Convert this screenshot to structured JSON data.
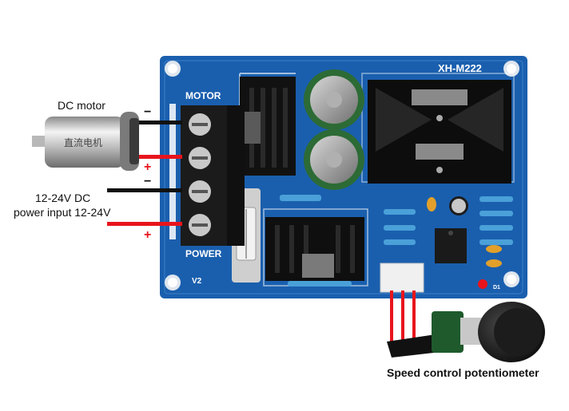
{
  "labels": {
    "motor": "DC motor",
    "input_line1": "12-24V DC",
    "input_line2": "power input 12-24V",
    "potentiometer": "Speed control potentiometer"
  },
  "board": {
    "model": "XH-M222",
    "motor_label": "MOTOR",
    "power_label": "POWER",
    "version": "V2",
    "motor_chinese": "直流电机",
    "led_label": "D1"
  },
  "polarity": {
    "minus": "−",
    "plus": "+"
  },
  "colors": {
    "board": "#1a5fae",
    "positive_wire": "#e8141c",
    "negative_wire": "#111111"
  }
}
